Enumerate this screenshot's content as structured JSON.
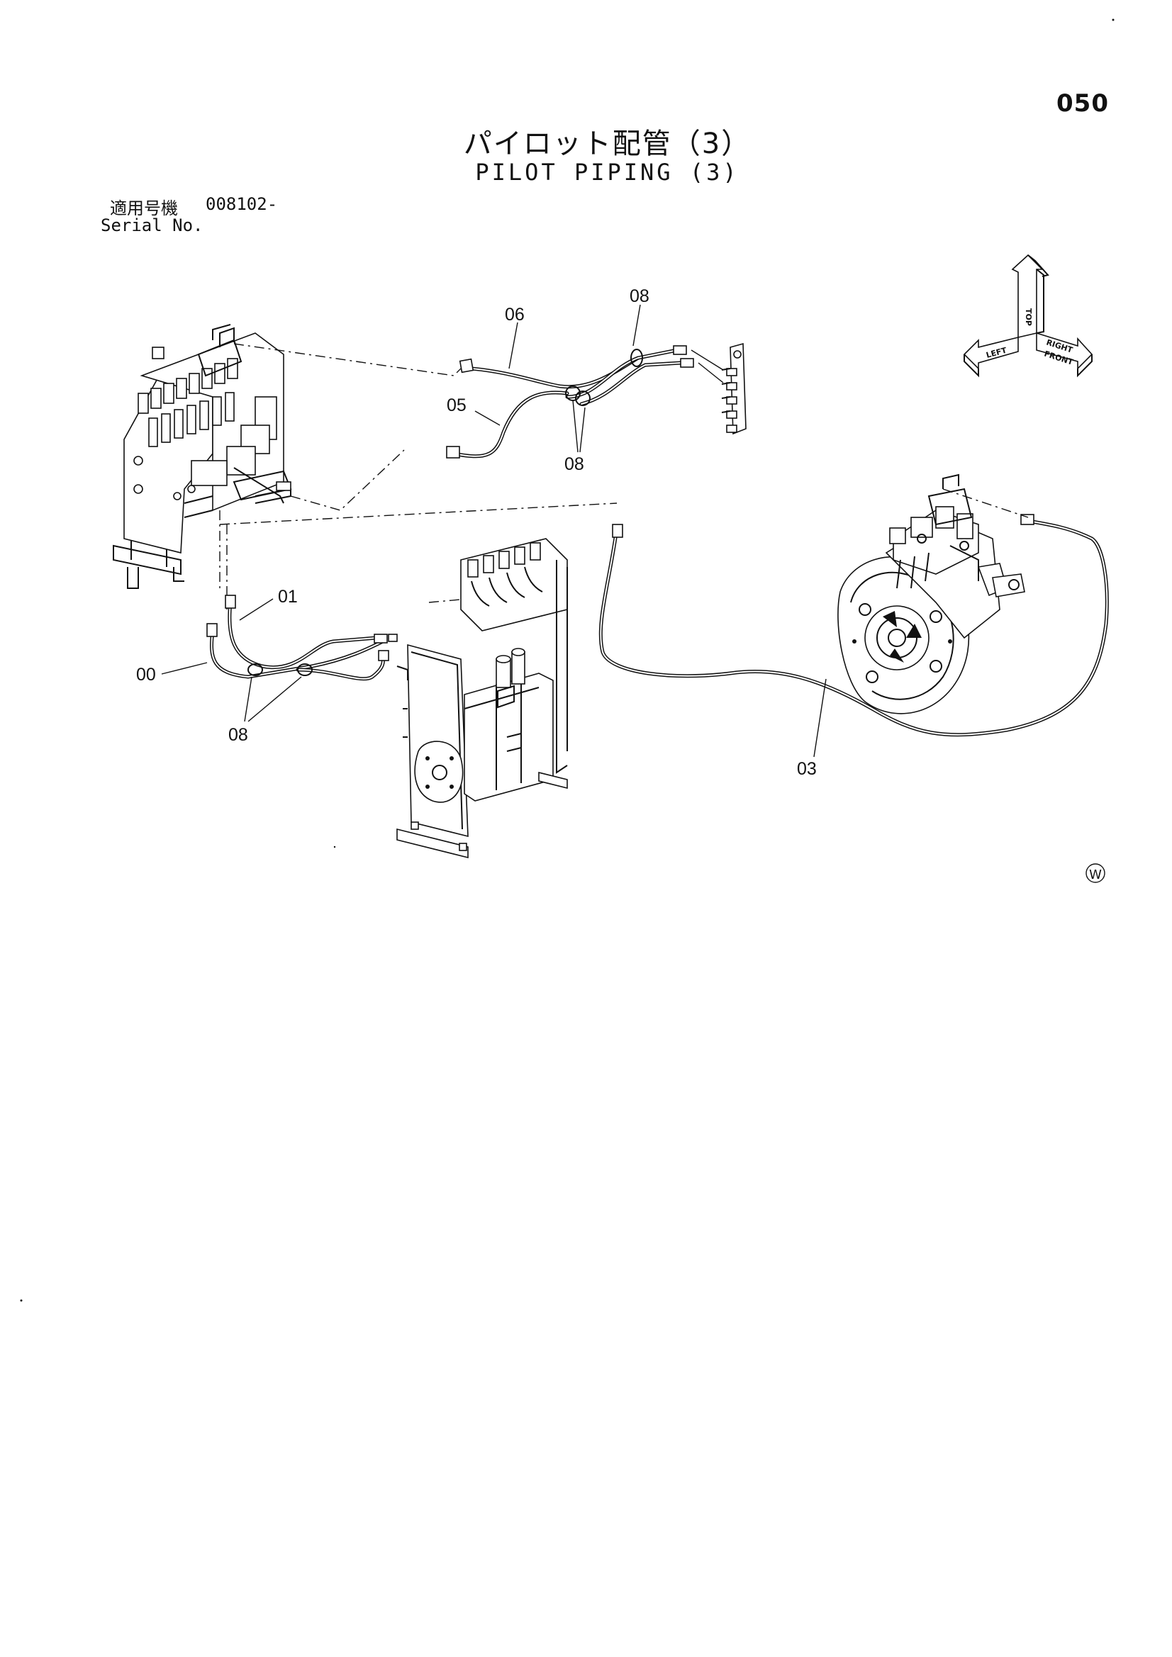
{
  "page_number": "050",
  "title_jp": "パイロット配管（3）",
  "title_en": "PILOT PIPING (3)",
  "serial": {
    "label_jp": "適用号機",
    "label_en": "Serial No.",
    "value": "008102-"
  },
  "callouts": {
    "c00": "00",
    "c01": "01",
    "c03": "03",
    "c05": "05",
    "c06": "06",
    "c08_top": "08",
    "c08_mid": "08",
    "c08_left": "08"
  },
  "direction_indicator": {
    "top": "TOP",
    "left": "LEFT",
    "right": "RIGHT",
    "front": "FRONT"
  },
  "mark": "W"
}
